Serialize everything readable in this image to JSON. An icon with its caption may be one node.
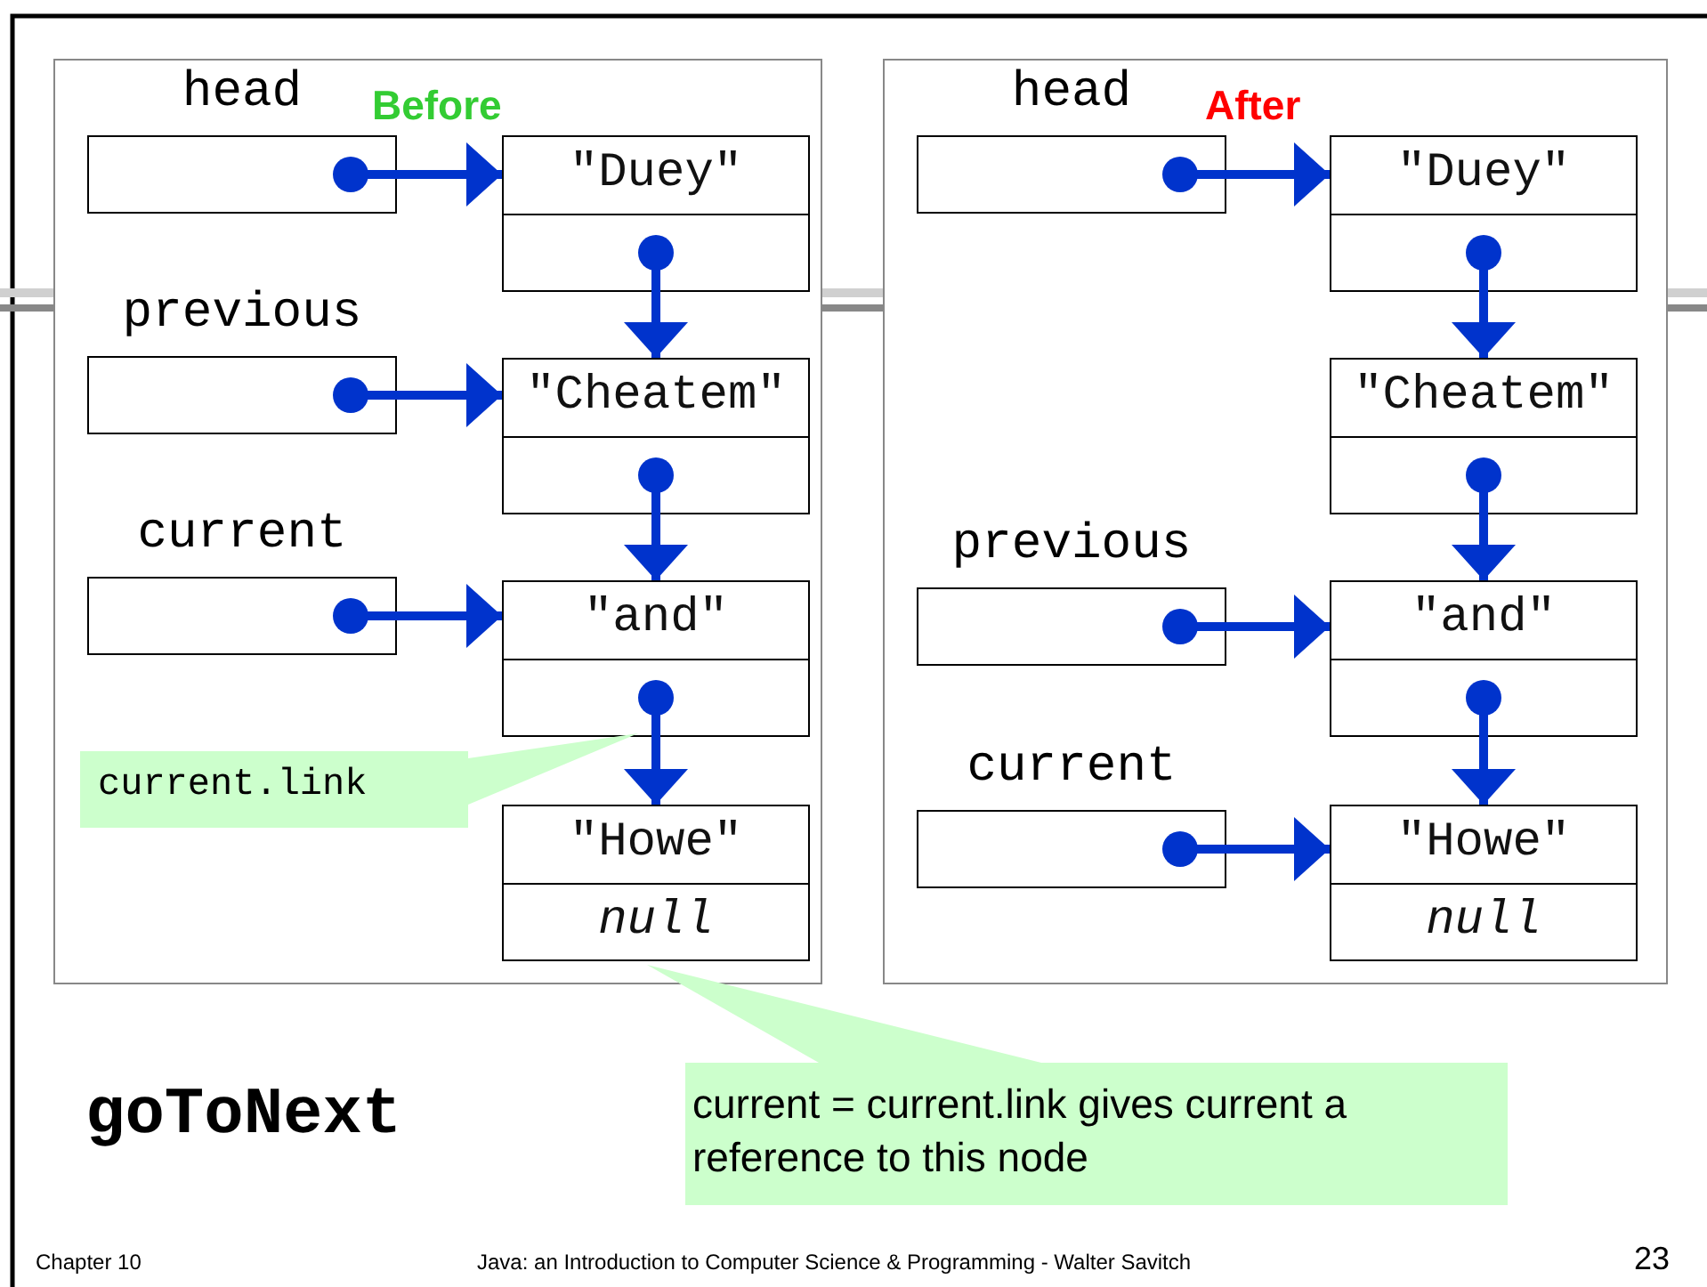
{
  "diagram": {
    "title": "goToNext",
    "nodes": [
      {
        "text": [
          "Before"
        ]
      },
      {
        "text": [
          "head"
        ],
        "in": 0
      },
      {
        "text": [
          "previous"
        ],
        "in": 0
      },
      {
        "text": [
          "current"
        ],
        "in": 0
      },
      {
        "text": [
          "\"Duey\""
        ],
        "in": 0
      },
      {
        "text": [
          "\"Cheatem\""
        ],
        "in": 0
      },
      {
        "text": [
          "\"and\""
        ],
        "in": 0
      },
      {
        "text": [
          "\"Howe\"",
          "null"
        ],
        "in": 0
      },
      {
        "text": [
          "current.link"
        ],
        "in": 0
      },
      {
        "text": [
          "After"
        ]
      },
      {
        "text": [
          "head"
        ],
        "in": 9
      },
      {
        "text": [
          "previous"
        ],
        "in": 9
      },
      {
        "text": [
          "current"
        ],
        "in": 9
      },
      {
        "text": [
          "\"Duey\""
        ],
        "in": 9
      },
      {
        "text": [
          "\"Cheatem\""
        ],
        "in": 9
      },
      {
        "text": [
          "\"and\""
        ],
        "in": 9
      },
      {
        "text": [
          "\"Howe\"",
          "null"
        ],
        "in": 9
      },
      {
        "text": [
          "current = current.link gives current a reference to this node"
        ]
      }
    ],
    "edges": [
      {
        "from": 1,
        "to": 4,
        "arrow": "to"
      },
      {
        "from": 4,
        "to": 5,
        "arrow": "to"
      },
      {
        "from": 2,
        "to": 5,
        "arrow": "to"
      },
      {
        "from": 5,
        "to": 6,
        "arrow": "to"
      },
      {
        "from": 3,
        "to": 6,
        "arrow": "to"
      },
      {
        "from": 6,
        "to": 7,
        "arrow": "to"
      },
      {
        "from": 8,
        "to": 6,
        "arrow": "none"
      },
      {
        "from": 10,
        "to": 13,
        "arrow": "to"
      },
      {
        "from": 13,
        "to": 14,
        "arrow": "to"
      },
      {
        "from": 14,
        "to": 15,
        "arrow": "to"
      },
      {
        "from": 11,
        "to": 15,
        "arrow": "to"
      },
      {
        "from": 15,
        "to": 16,
        "arrow": "to"
      },
      {
        "from": 12,
        "to": 16,
        "arrow": "to"
      },
      {
        "from": 17,
        "to": 7,
        "arrow": "none"
      }
    ],
    "labels": [
      "Chapter 10",
      "Java: an Introduction to Computer Science & Programming - Walter Savitch",
      "23"
    ]
  }
}
